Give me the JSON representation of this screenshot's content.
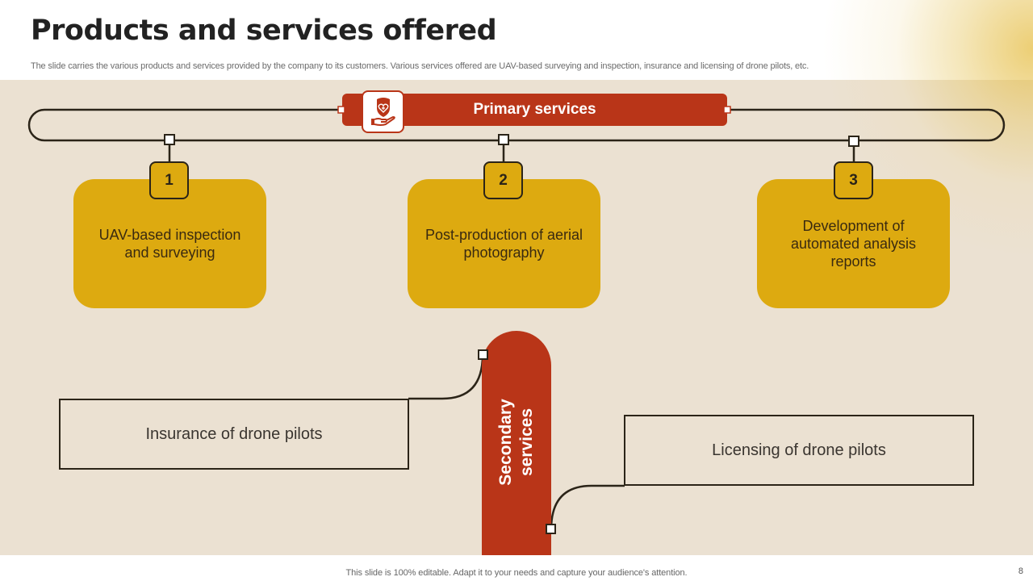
{
  "header": {
    "title": "Products and services offered",
    "subtitle": "The slide carries the various products and services provided by the company to its customers. Various services offered are UAV-based surveying and inspection, insurance and licensing of drone pilots, etc."
  },
  "primary": {
    "label": "Primary services",
    "icon": "insurance-hand-heart-shield-icon",
    "items": [
      {
        "number": "1",
        "text": "UAV-based inspection and surveying"
      },
      {
        "number": "2",
        "text": "Post-production of aerial photography"
      },
      {
        "number": "3",
        "text": "Development of automated analysis reports"
      }
    ]
  },
  "secondary": {
    "label": "Secondary services",
    "items": [
      {
        "text": "Insurance of drone pilots"
      },
      {
        "text": "Licensing of drone pilots"
      }
    ]
  },
  "footer": {
    "note": "This slide is 100% editable. Adapt it to your needs and capture your audience's attention.",
    "page_number": "8"
  },
  "colors": {
    "accent_red": "#b93518",
    "accent_gold": "#ddaa10",
    "background": "#ebe1d2",
    "line": "#2b2418"
  }
}
